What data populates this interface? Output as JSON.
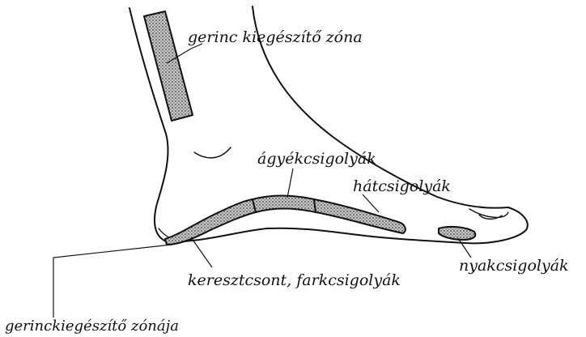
{
  "labels": {
    "spine_zone": "gerinc kiegészítő zóna",
    "lumbar": "ágyékcsigolyák",
    "thoracic": "hátcsigolyák",
    "sacral_coccygeal": "keresztcsont, farkcsigolyák",
    "cervical": "nyakcsigolyák",
    "spine_zone_heel": "gerinckiegészítő zónája"
  },
  "colors": {
    "ink": "#111111",
    "paper": "#ffffff",
    "zone_fill": "#9a9a9a"
  }
}
